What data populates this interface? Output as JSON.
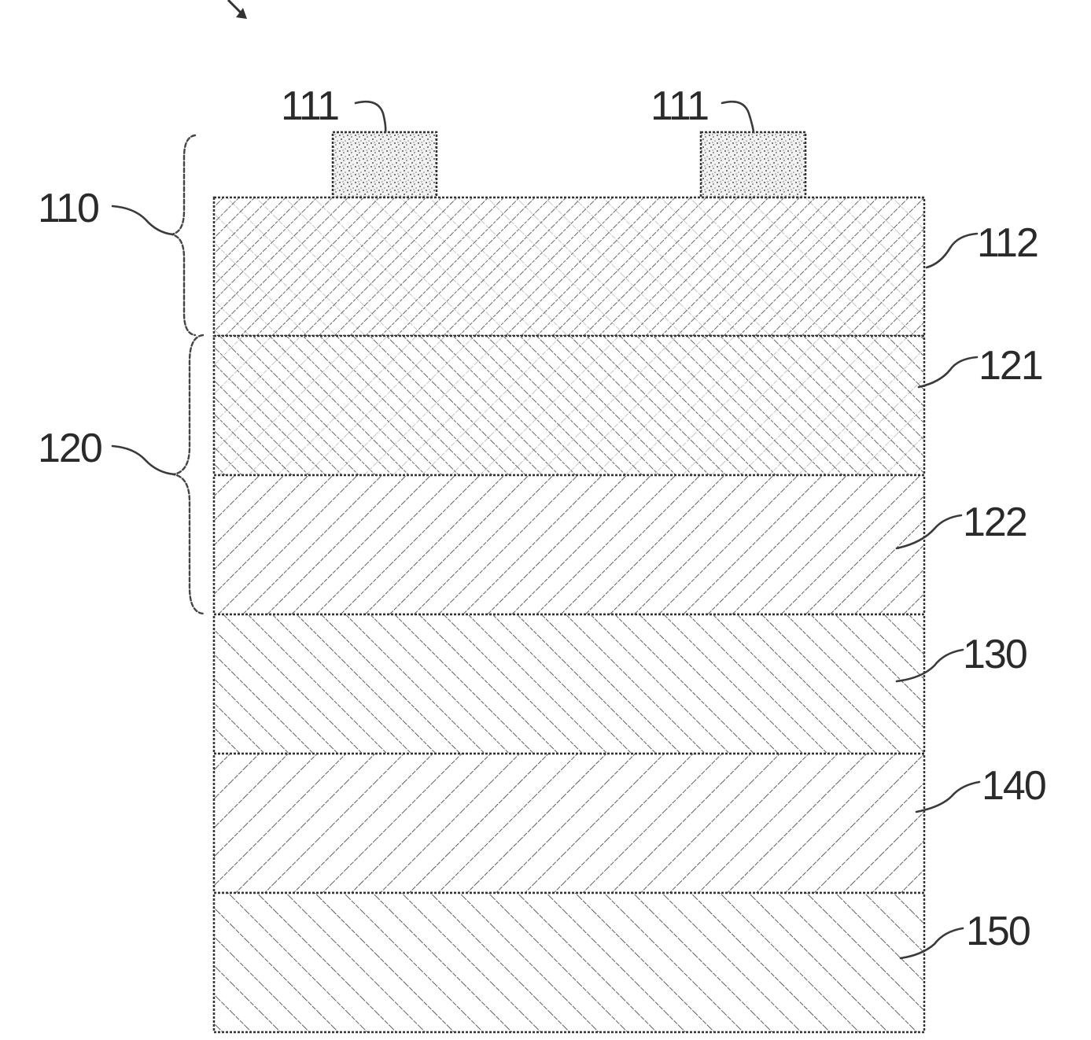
{
  "figure": {
    "electrode_label_left": "111",
    "electrode_label_right": "111",
    "labels": {
      "l110": "110",
      "l112": "112",
      "l120": "120",
      "l121": "121",
      "l122": "122",
      "l130": "130",
      "l140": "140",
      "l150": "150"
    },
    "colors": {
      "line": "#333333",
      "background": "#ffffff"
    }
  }
}
